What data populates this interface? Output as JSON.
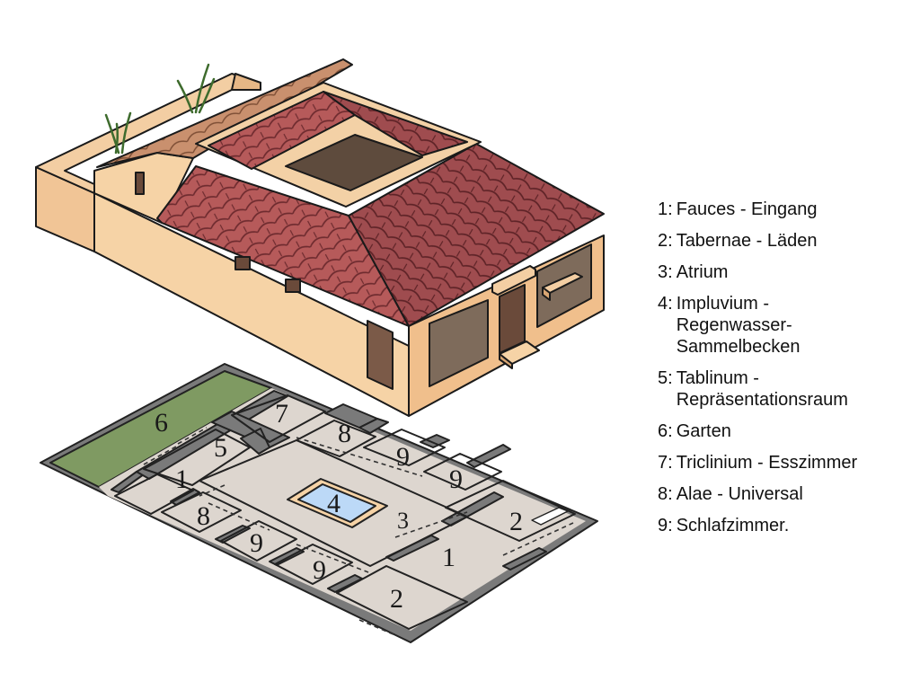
{
  "plan_labels": [
    {
      "room": "1",
      "text": "1"
    },
    {
      "room": "1b",
      "text": "1"
    },
    {
      "room": "2",
      "text": "2"
    },
    {
      "room": "2b",
      "text": "2"
    },
    {
      "room": "3",
      "text": "3"
    },
    {
      "room": "4",
      "text": "4"
    },
    {
      "room": "5",
      "text": "5"
    },
    {
      "room": "6",
      "text": "6"
    },
    {
      "room": "7",
      "text": "7"
    },
    {
      "room": "8",
      "text": "8"
    },
    {
      "room": "8b",
      "text": "8"
    },
    {
      "room": "9a",
      "text": "9"
    },
    {
      "room": "9b",
      "text": "9"
    },
    {
      "room": "9c",
      "text": "9"
    },
    {
      "room": "9d",
      "text": "9"
    }
  ],
  "legend": [
    {
      "num": "1:",
      "text": "Fauces - Eingang"
    },
    {
      "num": "2:",
      "text": "Tabernae - Läden"
    },
    {
      "num": "3:",
      "text": "Atrium"
    },
    {
      "num": "4:",
      "text": "Impluvium - Regenwasser-Sammelbecken"
    },
    {
      "num": "5:",
      "text": "Tablinum - Repräsentationsraum"
    },
    {
      "num": "6:",
      "text": "Garten"
    },
    {
      "num": "7:",
      "text": "Triclinium - Esszimmer"
    },
    {
      "num": "8:",
      "text": "Alae - Universal"
    },
    {
      "num": "9:",
      "text": "Schlafzimmer."
    }
  ],
  "colors": {
    "wall": "#f6d3a6",
    "wall_shadow": "#e7b37e",
    "roof_tile": "#b65a5a",
    "roof_dark": "#7a2f32",
    "garden": "#7f9a62",
    "plan_wall": "#7a7a7a",
    "plan_floor": "#ddd6cf",
    "water": "#bcd9f7"
  }
}
